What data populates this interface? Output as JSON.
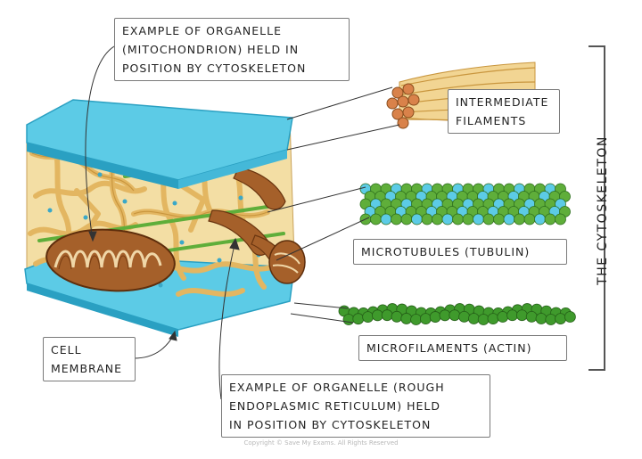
{
  "labels": {
    "mitochondrion": [
      "EXAMPLE OF ORGANELLE",
      "(MITOCHONDRION) HELD IN",
      "POSITION BY CYTOSKELETON"
    ],
    "intermediate": [
      "INTERMEDIATE",
      "FILAMENTS"
    ],
    "microtubules": [
      "MICROTUBULES (TUBULIN)"
    ],
    "microfilaments": [
      "MICROFILAMENTS (ACTIN)"
    ],
    "cell_membrane": [
      "CELL",
      "MEMBRANE"
    ],
    "rough_er": [
      "EXAMPLE OF ORGANELLE (ROUGH",
      "ENDOPLASMIC RETICULUM) HELD",
      "IN POSITION BY CYTOSKELETON"
    ]
  },
  "side_title": "THE CYTOSKELETON",
  "copyright": "Copyright © Save My Exams. All Rights Reserved",
  "colors": {
    "membrane": "#5ccbe6",
    "membrane_edge": "#2aa0c2",
    "cytoplasm": "#e9c97e",
    "intermediate_filament": "#e0b05a",
    "filament_node": "#d9824a",
    "tubulin_blue": "#5ccbe6",
    "tubulin_green": "#5fae3a",
    "actin_green": "#3f9a2c",
    "mitochondrion": "#a5602a",
    "mitochondrion_inner": "#7b3f14",
    "leader_line": "#333333"
  }
}
